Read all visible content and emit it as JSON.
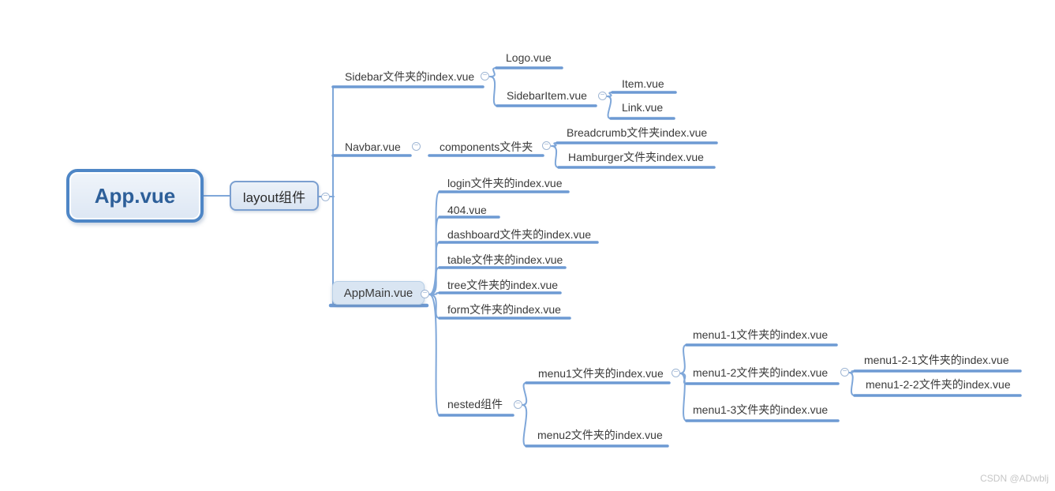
{
  "colors": {
    "branch_line": "#7fa7d9",
    "underline": "#6d9ad3",
    "root_border": "#4e86c6",
    "root_fill": "#dde7f4",
    "root_text": "#2d5f99",
    "box_border": "#7b9fd0",
    "box_fill": "#d9e4f2",
    "appmain_border": "#b7cfe7",
    "appmain_fill": "#d9e5f2",
    "label_text": "#3a3a3a",
    "collapse_icon": "#9fb6d4",
    "watermark_text": "#c6c6c6"
  },
  "icons": {
    "collapse_symbol": "−"
  },
  "tree": {
    "root": {
      "label": "App.vue",
      "children": [
        {
          "label": "layout组件",
          "children": [
            {
              "label": "Sidebar文件夹的index.vue",
              "children": [
                {
                  "label": "Logo.vue"
                },
                {
                  "label": "SidebarItem.vue",
                  "children": [
                    {
                      "label": "Item.vue"
                    },
                    {
                      "label": "Link.vue"
                    }
                  ]
                }
              ]
            },
            {
              "label": "Navbar.vue",
              "children": [
                {
                  "label": "components文件夹",
                  "children": [
                    {
                      "label": "Breadcrumb文件夹index.vue"
                    },
                    {
                      "label": "Hamburger文件夹index.vue"
                    }
                  ]
                }
              ]
            },
            {
              "label": "AppMain.vue",
              "children": [
                {
                  "label": "login文件夹的index.vue"
                },
                {
                  "label": "404.vue"
                },
                {
                  "label": "dashboard文件夹的index.vue"
                },
                {
                  "label": "table文件夹的index.vue"
                },
                {
                  "label": "tree文件夹的index.vue"
                },
                {
                  "label": "form文件夹的index.vue"
                },
                {
                  "label": "nested组件",
                  "children": [
                    {
                      "label": "menu1文件夹的index.vue",
                      "children": [
                        {
                          "label": "menu1-1文件夹的index.vue"
                        },
                        {
                          "label": "menu1-2文件夹的index.vue",
                          "children": [
                            {
                              "label": "menu1-2-1文件夹的index.vue"
                            },
                            {
                              "label": "menu1-2-2文件夹的index.vue"
                            }
                          ]
                        },
                        {
                          "label": "menu1-3文件夹的index.vue"
                        }
                      ]
                    },
                    {
                      "label": "menu2文件夹的index.vue"
                    }
                  ]
                }
              ]
            }
          ]
        }
      ]
    }
  },
  "watermark": {
    "text": "CSDN @ADwblj"
  }
}
